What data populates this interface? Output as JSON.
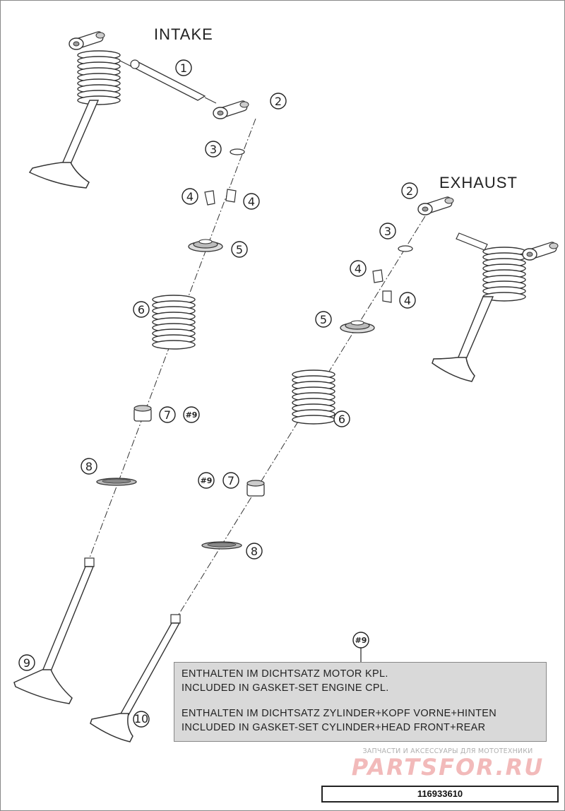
{
  "diagram": {
    "intake_title": "INTAKE",
    "exhaust_title": "EXHAUST",
    "callouts": {
      "c1": "1",
      "c2": "2",
      "c3": "3",
      "c4": "4",
      "c5": "5",
      "c6": "6",
      "c7": "7",
      "c8": "8",
      "c9": "9",
      "c10": "10"
    },
    "ref_mark": "#9"
  },
  "note": {
    "ref": "#9",
    "line1": "ENTHALTEN IM DICHTSATZ MOTOR KPL.",
    "line2": "INCLUDED IN GASKET-SET ENGINE CPL.",
    "line3": "ENTHALTEN IM DICHTSATZ ZYLINDER+KOPF VORNE+HINTEN",
    "line4": "INCLUDED IN GASKET-SET CYLINDER+HEAD FRONT+REAR"
  },
  "watermark": {
    "tagline": "ЗАПЧАСТИ И АКСЕССУАРЫ ДЛЯ МОТОТЕХНИКИ",
    "brand": "PARTSFOR.RU"
  },
  "document_id": "116933610"
}
